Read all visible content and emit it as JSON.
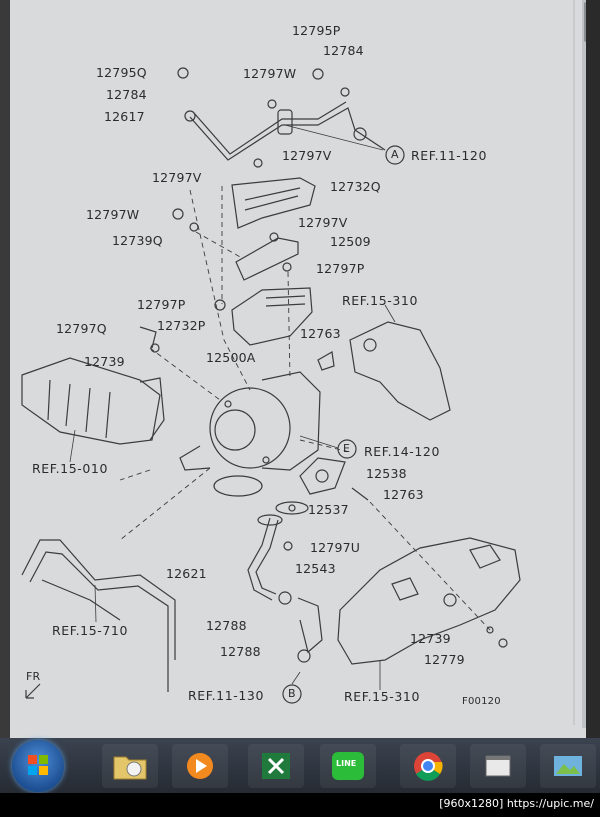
{
  "diagram": {
    "part_labels": {
      "p12795P": "12795P",
      "p12784_top": "12784",
      "p12795Q": "12795Q",
      "p12797W_top": "12797W",
      "p12784_left": "12784",
      "p12617": "12617",
      "p12797V_a": "12797V",
      "p12797V_b": "12797V",
      "p12732Q": "12732Q",
      "p12797W_mid": "12797W",
      "p12797V_c": "12797V",
      "p12739Q": "12739Q",
      "p12509": "12509",
      "p12797P_a": "12797P",
      "p12797P_b": "12797P",
      "p12732P": "12732P",
      "p12797Q": "12797Q",
      "p12763_a": "12763",
      "p12739_left": "12739",
      "p12500A": "12500A",
      "p12538": "12538",
      "p12763_b": "12763",
      "p12537": "12537",
      "p12797U": "12797U",
      "p12621": "12621",
      "p12543": "12543",
      "p12788_a": "12788",
      "p12788_b": "12788",
      "p12739_right": "12739",
      "p12779": "12779"
    },
    "references": {
      "ref_11_120": "REF.11-120",
      "ref_15_310_top": "REF.15-310",
      "ref_14_120": "REF.14-120",
      "ref_15_010": "REF.15-010",
      "ref_15_710": "REF.15-710",
      "ref_11_130": "REF.11-130",
      "ref_15_310_bottom": "REF.15-310"
    },
    "circle_markers": {
      "marker_a": "A",
      "marker_e": "E",
      "marker_b": "B"
    },
    "front_indicator": "FR",
    "figure_code": "F00120"
  },
  "taskbar": {
    "items": [
      {
        "name": "start"
      },
      {
        "name": "explorer"
      },
      {
        "name": "media-player"
      },
      {
        "name": "excel"
      },
      {
        "name": "line"
      },
      {
        "name": "chrome"
      },
      {
        "name": "window-app"
      },
      {
        "name": "image-app"
      }
    ],
    "line_label": "LINE"
  },
  "footer": {
    "watermark": "[960x1280] https://upic.me/"
  }
}
